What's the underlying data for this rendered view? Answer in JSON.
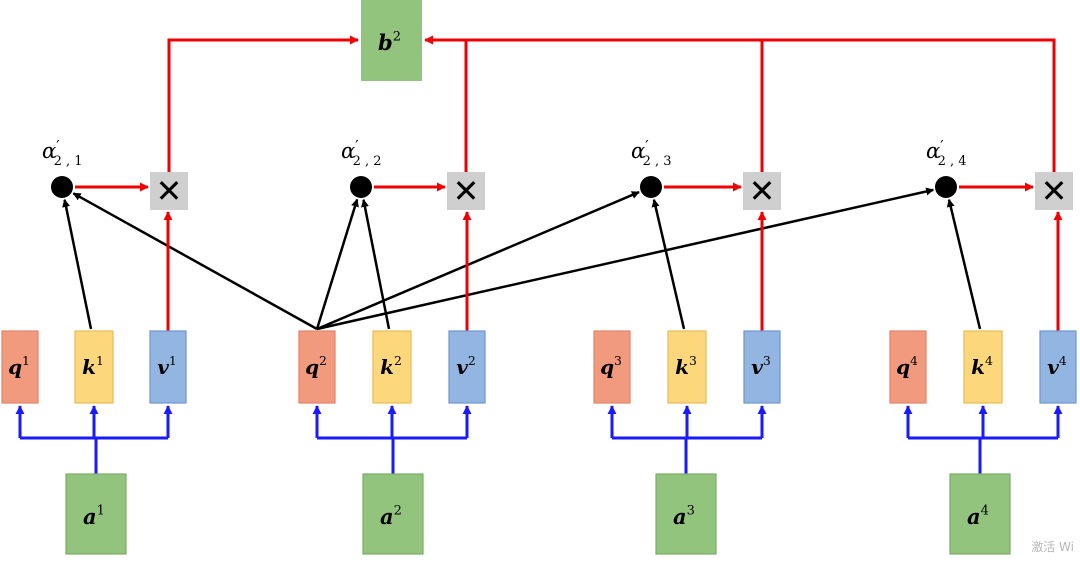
{
  "colors": {
    "q_fill": "#f29a7e",
    "q_stroke": "#e4826a",
    "k_fill": "#fcd77c",
    "k_stroke": "#e9bc55",
    "v_fill": "#93b5e1",
    "v_stroke": "#6f97cf",
    "a_fill": "#93c47d",
    "a_stroke": "#7aad66",
    "b_fill": "#93c47d",
    "mult_fill": "#cfcfcf",
    "arrow_black": "#000000",
    "arrow_red": "#f00000",
    "arrow_blue": "#1a1aff"
  },
  "groups": [
    {
      "q": "q",
      "k": "k",
      "v": "v",
      "a": "a",
      "index": "1"
    },
    {
      "q": "q",
      "k": "k",
      "v": "v",
      "a": "a",
      "index": "2"
    },
    {
      "q": "q",
      "k": "k",
      "v": "v",
      "a": "a",
      "index": "3"
    },
    {
      "q": "q",
      "k": "k",
      "v": "v",
      "a": "a",
      "index": "4"
    }
  ],
  "attention": [
    {
      "symbol": "α",
      "prime": "′",
      "subscript": "2 , 1"
    },
    {
      "symbol": "α",
      "prime": "′",
      "subscript": "2 , 2"
    },
    {
      "symbol": "α",
      "prime": "′",
      "subscript": "2 , 3"
    },
    {
      "symbol": "α",
      "prime": "′",
      "subscript": "2 , 4"
    }
  ],
  "multiply_symbol": "✕",
  "output": {
    "label": "b",
    "sup": "2"
  },
  "watermark": "激活 Wi"
}
